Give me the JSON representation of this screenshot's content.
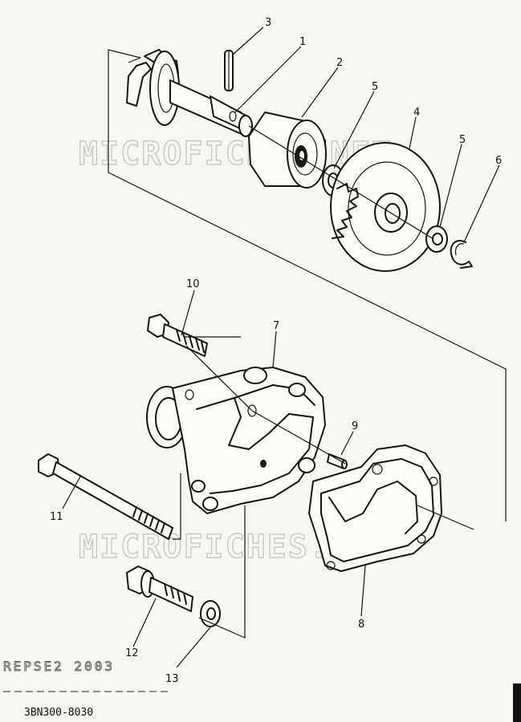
{
  "watermark": "MICROFICHES.NET",
  "diagram_code": "3BN300-8030",
  "smudge_text": "REPSE2 2003",
  "callouts": {
    "c1": "1",
    "c2": "2",
    "c3": "3",
    "c4": "4",
    "c5a": "5",
    "c5b": "5",
    "c6": "6",
    "c7": "7",
    "c8": "8",
    "c9": "9",
    "c10": "10",
    "c11": "11",
    "c12": "12",
    "c13": "13"
  }
}
